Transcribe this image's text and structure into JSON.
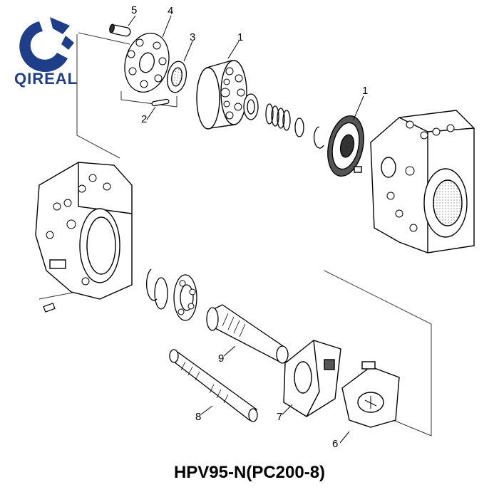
{
  "logo": {
    "text": "QIREAL",
    "color": "#1f3e8a"
  },
  "caption": "HPV95-N(PC200-8)",
  "callouts": [
    {
      "id": "c5",
      "label": "5"
    },
    {
      "id": "c4",
      "label": "4"
    },
    {
      "id": "c3",
      "label": "3"
    },
    {
      "id": "c1a",
      "label": "1"
    },
    {
      "id": "c2",
      "label": "2"
    },
    {
      "id": "c1b",
      "label": "1"
    },
    {
      "id": "c9",
      "label": "9"
    },
    {
      "id": "c8",
      "label": "8"
    },
    {
      "id": "c7",
      "label": "7"
    },
    {
      "id": "c6",
      "label": "6"
    }
  ]
}
